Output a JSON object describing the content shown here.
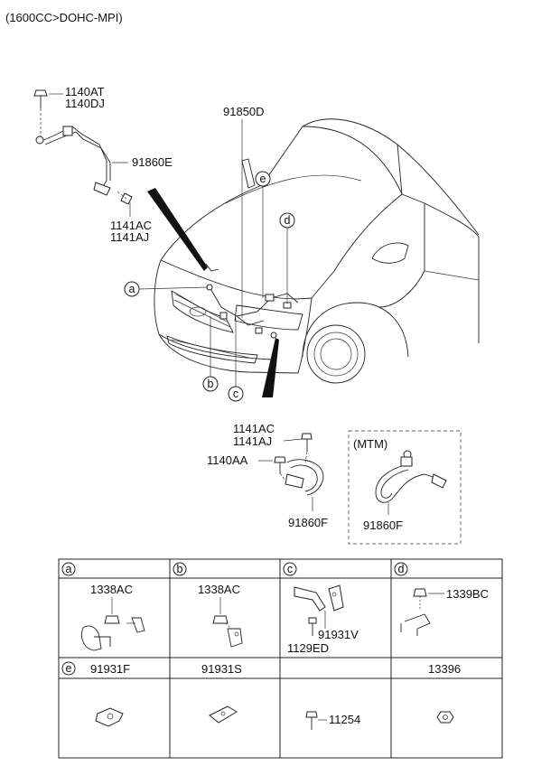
{
  "header": {
    "spec": "(1600CC>DOHC-MPI)"
  },
  "callouts": {
    "bolt_top_1": "1140AT",
    "bolt_top_2": "1140DJ",
    "harness_top": "91860E",
    "bolt_mid_1": "1141AC",
    "bolt_mid_2": "1141AJ",
    "main_harness": "91850D",
    "bolt_low_1": "1141AC",
    "bolt_low_2": "1141AJ",
    "bolt_low_3": "1140AA",
    "harness_low": "91860F"
  },
  "mtm_box": {
    "title": "(MTM)",
    "part": "91860F"
  },
  "markers": {
    "a": "a",
    "b": "b",
    "c": "c",
    "d": "d",
    "e": "e"
  },
  "table": {
    "row1": [
      {
        "key": "a",
        "parts": [
          "1338AC"
        ]
      },
      {
        "key": "b",
        "parts": [
          "1338AC"
        ]
      },
      {
        "key": "c",
        "parts": [
          "91931V",
          "1129ED"
        ]
      },
      {
        "key": "d",
        "parts": [
          "1339BC"
        ]
      }
    ],
    "row2": [
      {
        "key": "e",
        "header": "91931F",
        "part": ""
      },
      {
        "key": "",
        "header": "91931S",
        "part": ""
      },
      {
        "key": "",
        "header": "",
        "part": "11254"
      },
      {
        "key": "",
        "header": "13396",
        "part": ""
      }
    ]
  }
}
